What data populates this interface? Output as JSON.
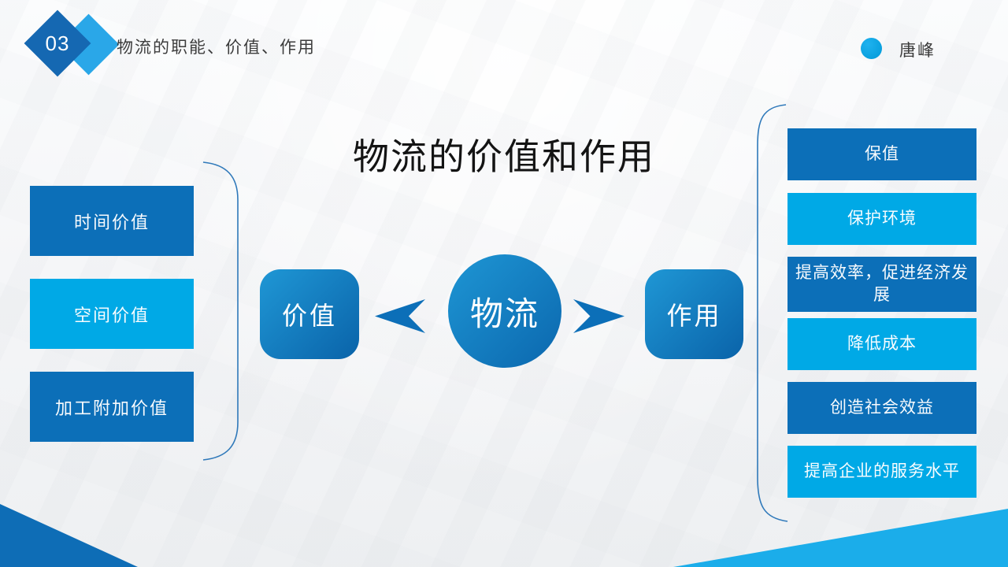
{
  "header": {
    "section_number": "03",
    "title": "物流的职能、价值、作用",
    "presenter": "唐峰"
  },
  "main_title": "物流的价值和作用",
  "center": {
    "hub_label": "物流",
    "left_node_label": "价值",
    "right_node_label": "作用"
  },
  "left_items": [
    "时间价值",
    "空间价值",
    "加工附加价值"
  ],
  "right_items": [
    "保值",
    "保护环境",
    "提高效率，促进经济发展",
    "降低成本",
    "创造社会效益",
    "提高企业的服务水平"
  ],
  "colors": {
    "dark_blue": "#0c6fb8",
    "light_blue": "#00a9e6",
    "diamond_dark": "#1568b2",
    "diamond_light": "#2aa7e8",
    "accent_cyan": "#00a3e0",
    "bracket_stroke": "#2f79ba",
    "title_black": "#141414"
  }
}
